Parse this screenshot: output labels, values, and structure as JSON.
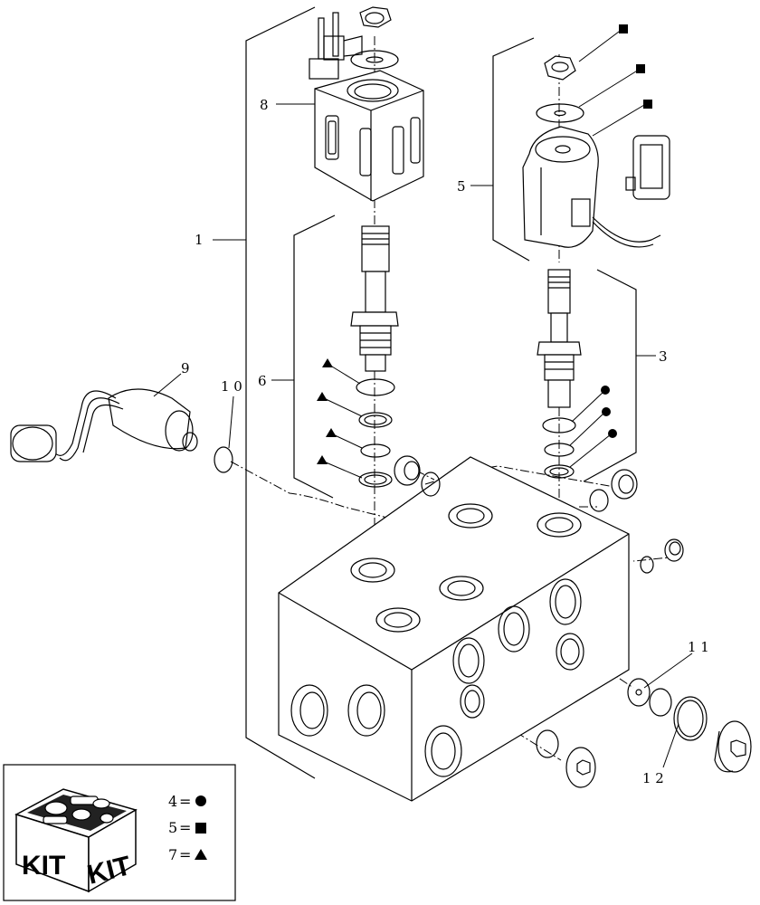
{
  "callouts": {
    "c1": "1",
    "c3": "3",
    "c5": "5",
    "c6": "6",
    "c8": "8",
    "c9": "9",
    "c10": "1 0",
    "c11": "1 1",
    "c12": "1 2"
  },
  "kit_legend": {
    "kit_word": "KIT",
    "entries": [
      {
        "number": "4",
        "symbol": "circle"
      },
      {
        "number": "5",
        "symbol": "square"
      },
      {
        "number": "7",
        "symbol": "triangle"
      }
    ]
  },
  "symbols": {
    "circle": "●",
    "square": "■",
    "triangle": "▲"
  }
}
